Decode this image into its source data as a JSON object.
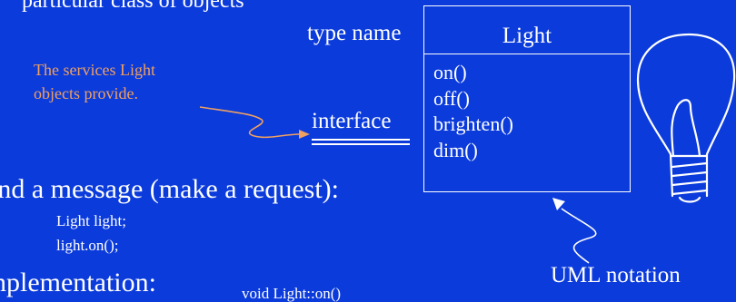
{
  "top_line": "particular class of objects",
  "type_name": "type name",
  "note": {
    "line1": "The services Light",
    "line2": "objects provide."
  },
  "interface_label": "interface",
  "send_message": "end a message (make a request):",
  "code": {
    "line1": "Light light;",
    "line2": "light.on();"
  },
  "implementation_label": "nplementation:",
  "implementation_code": "void Light::on()",
  "uml": {
    "class_name": "Light",
    "methods": [
      "on()",
      "off()",
      "brighten()",
      "dim()"
    ]
  },
  "uml_notation": "UML notation",
  "icons": [
    "lightbulb-icon"
  ],
  "colors": {
    "background": "#0b3bdb",
    "text": "#ffffff",
    "note": "#f0a060"
  }
}
